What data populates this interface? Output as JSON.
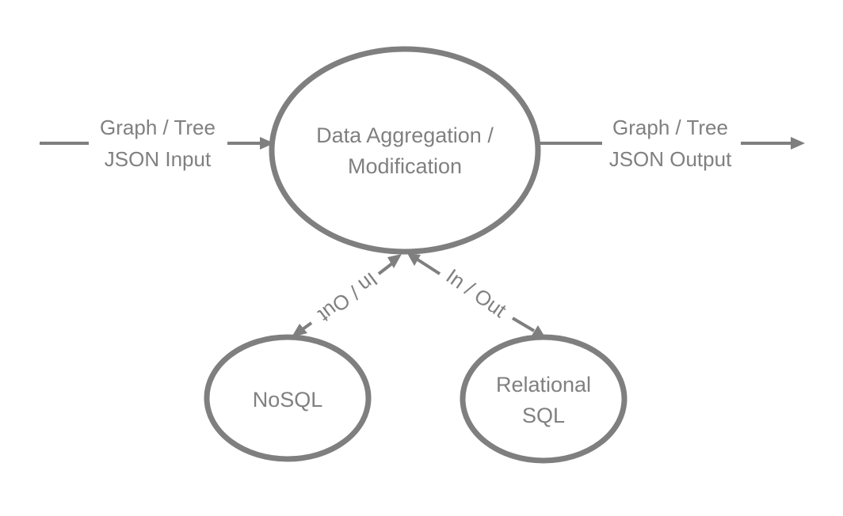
{
  "colors": {
    "stroke": "#7f7f7f",
    "text": "#808080",
    "background": "#ffffff"
  },
  "nodes": {
    "aggregation": {
      "line1": "Data Aggregation /",
      "line2": "Modification"
    },
    "nosql": {
      "line1": "NoSQL"
    },
    "relational": {
      "line1": "Relational",
      "line2": "SQL"
    }
  },
  "edges": {
    "input": {
      "line1": "Graph / Tree",
      "line2": "JSON Input"
    },
    "output": {
      "line1": "Graph / Tree",
      "line2": "JSON Output"
    },
    "nosql_link": {
      "label": "In / Out"
    },
    "relational_link": {
      "label": "In / Out"
    }
  }
}
